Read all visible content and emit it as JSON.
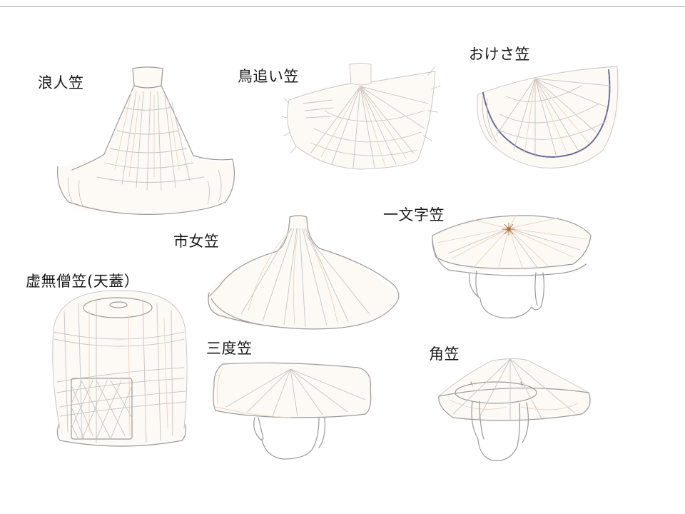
{
  "slide": {
    "background": "#ffffff",
    "rule_color": "#a8a8a8"
  },
  "hats": [
    {
      "id": "ronin-gasa",
      "label": "浪人笠"
    },
    {
      "id": "torioi-gasa",
      "label": "鳥追い笠"
    },
    {
      "id": "okesa-gasa",
      "label": "おけさ笠"
    },
    {
      "id": "ichimonji-gasa",
      "label": "一文字笠"
    },
    {
      "id": "ichime-gasa",
      "label": "市女笠"
    },
    {
      "id": "komuso-gasa",
      "label": "虚無僧笠(天蓋）"
    },
    {
      "id": "sando-gasa",
      "label": "三度笠"
    },
    {
      "id": "tsuno-gasa",
      "label": "角笠"
    }
  ],
  "colors": {
    "pencil": "#9a9a9a",
    "warm_tint": "#e8cdb8",
    "okesa_rim": "#6a6a96",
    "ichimonji_center": "#8a5a2a"
  }
}
